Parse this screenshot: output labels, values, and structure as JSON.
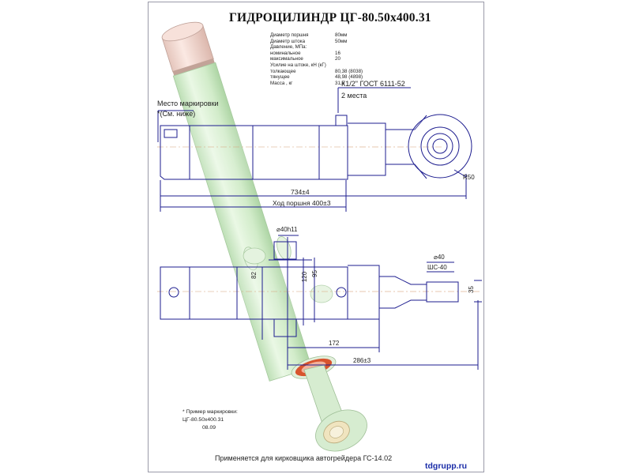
{
  "title": "ГИДРОЦИЛИНДР ЦГ-80.50х400.31",
  "specs": [
    {
      "label": "Диаметр поршня",
      "value": "80мм"
    },
    {
      "label": "Диаметр штока",
      "value": "50мм"
    },
    {
      "label": "Давление, МПа:",
      "value": ""
    },
    {
      "label": "номинальное",
      "value": "16"
    },
    {
      "label": "максимальное",
      "value": "20"
    },
    {
      "label": "Усилие на штоке, кН (кГ)",
      "value": ""
    },
    {
      "label": "толкающее",
      "value": "80,38 (8038)"
    },
    {
      "label": "тянущее",
      "value": "48,98 (4898)"
    },
    {
      "label": "Масса , кг",
      "value": "31,5"
    }
  ],
  "callouts": {
    "port_thread": "К1/2\" ГОСТ 6111-52",
    "port_count": "2 места",
    "marking_place": "Место маркировки",
    "marking_ref": "*(См. ниже)",
    "radius": "R50"
  },
  "dimensions": {
    "total_length": "734±4",
    "stroke": "Ход поршня 400±3",
    "trunnion_diameter": "⌀40h11",
    "rod_eye_diameter": "⌀40",
    "bearing": "ШС-40",
    "width_35": "35",
    "d82": "82",
    "d120": "120",
    "d95": "95",
    "d172": "172",
    "d286": "286±3"
  },
  "marking_example": {
    "heading": "* Пример маркировки:",
    "line1": "ЦГ-80.50х400.31",
    "line2": "08.09"
  },
  "footer": "Применяется для кирковщика автогрейдера ГС-14.02",
  "website": "tdgrupp.ru",
  "colors": {
    "cylinder_green": "#d7efd0",
    "outline_blue": "#1d1d8f",
    "seal_red": "#d8542e",
    "cap_pink": "#f2d8d0",
    "website_blue": "#1a2ca8"
  }
}
